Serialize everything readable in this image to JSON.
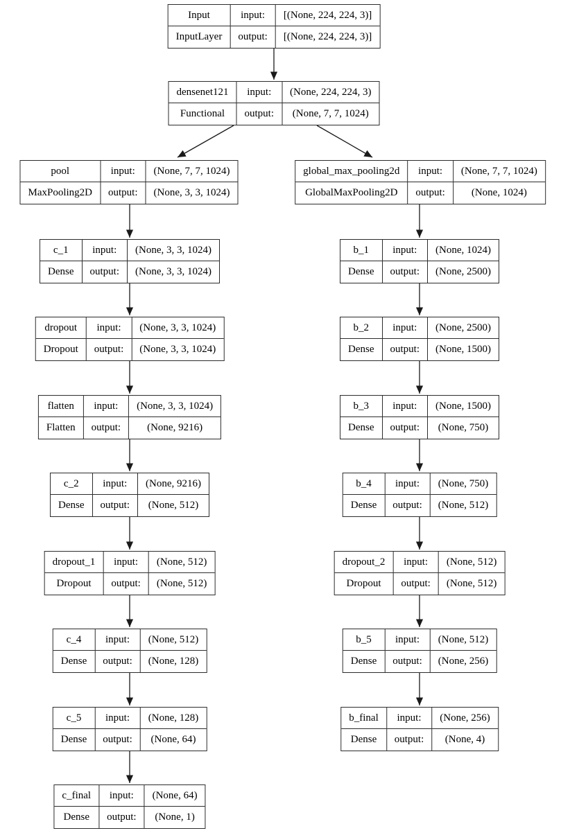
{
  "diagram": {
    "labels": {
      "input": "input:",
      "output": "output:"
    },
    "nodes": [
      {
        "name": "Input",
        "type": "InputLayer",
        "input_shape": "[(None, 224, 224, 3)]",
        "output_shape": "[(None, 224, 224, 3)]"
      },
      {
        "name": "densenet121",
        "type": "Functional",
        "input_shape": "(None, 224, 224, 3)",
        "output_shape": "(None, 7, 7, 1024)"
      },
      {
        "name": "pool",
        "type": "MaxPooling2D",
        "input_shape": "(None, 7, 7, 1024)",
        "output_shape": "(None, 3, 3, 1024)"
      },
      {
        "name": "global_max_pooling2d",
        "type": "GlobalMaxPooling2D",
        "input_shape": "(None, 7, 7, 1024)",
        "output_shape": "(None, 1024)"
      },
      {
        "name": "c_1",
        "type": "Dense",
        "input_shape": "(None, 3, 3, 1024)",
        "output_shape": "(None, 3, 3, 1024)"
      },
      {
        "name": "b_1",
        "type": "Dense",
        "input_shape": "(None, 1024)",
        "output_shape": "(None, 2500)"
      },
      {
        "name": "dropout",
        "type": "Dropout",
        "input_shape": "(None, 3, 3, 1024)",
        "output_shape": "(None, 3, 3, 1024)"
      },
      {
        "name": "b_2",
        "type": "Dense",
        "input_shape": "(None, 2500)",
        "output_shape": "(None, 1500)"
      },
      {
        "name": "flatten",
        "type": "Flatten",
        "input_shape": "(None, 3, 3, 1024)",
        "output_shape": "(None, 9216)"
      },
      {
        "name": "b_3",
        "type": "Dense",
        "input_shape": "(None, 1500)",
        "output_shape": "(None, 750)"
      },
      {
        "name": "c_2",
        "type": "Dense",
        "input_shape": "(None, 9216)",
        "output_shape": "(None, 512)"
      },
      {
        "name": "b_4",
        "type": "Dense",
        "input_shape": "(None, 750)",
        "output_shape": "(None, 512)"
      },
      {
        "name": "dropout_1",
        "type": "Dropout",
        "input_shape": "(None, 512)",
        "output_shape": "(None, 512)"
      },
      {
        "name": "dropout_2",
        "type": "Dropout",
        "input_shape": "(None, 512)",
        "output_shape": "(None, 512)"
      },
      {
        "name": "c_4",
        "type": "Dense",
        "input_shape": "(None, 512)",
        "output_shape": "(None, 128)"
      },
      {
        "name": "b_5",
        "type": "Dense",
        "input_shape": "(None, 512)",
        "output_shape": "(None, 256)"
      },
      {
        "name": "c_5",
        "type": "Dense",
        "input_shape": "(None, 128)",
        "output_shape": "(None, 64)"
      },
      {
        "name": "b_final",
        "type": "Dense",
        "input_shape": "(None, 256)",
        "output_shape": "(None, 4)"
      },
      {
        "name": "c_final",
        "type": "Dense",
        "input_shape": "(None, 64)",
        "output_shape": "(None, 1)"
      }
    ],
    "edges": [
      {
        "from": "Input",
        "to": "densenet121"
      },
      {
        "from": "densenet121",
        "to": "pool"
      },
      {
        "from": "densenet121",
        "to": "global_max_pooling2d"
      },
      {
        "from": "pool",
        "to": "c_1"
      },
      {
        "from": "c_1",
        "to": "dropout"
      },
      {
        "from": "dropout",
        "to": "flatten"
      },
      {
        "from": "flatten",
        "to": "c_2"
      },
      {
        "from": "c_2",
        "to": "dropout_1"
      },
      {
        "from": "dropout_1",
        "to": "c_4"
      },
      {
        "from": "c_4",
        "to": "c_5"
      },
      {
        "from": "c_5",
        "to": "c_final"
      },
      {
        "from": "global_max_pooling2d",
        "to": "b_1"
      },
      {
        "from": "b_1",
        "to": "b_2"
      },
      {
        "from": "b_2",
        "to": "b_3"
      },
      {
        "from": "b_3",
        "to": "b_4"
      },
      {
        "from": "b_4",
        "to": "dropout_2"
      },
      {
        "from": "dropout_2",
        "to": "b_5"
      },
      {
        "from": "b_5",
        "to": "b_final"
      }
    ]
  }
}
